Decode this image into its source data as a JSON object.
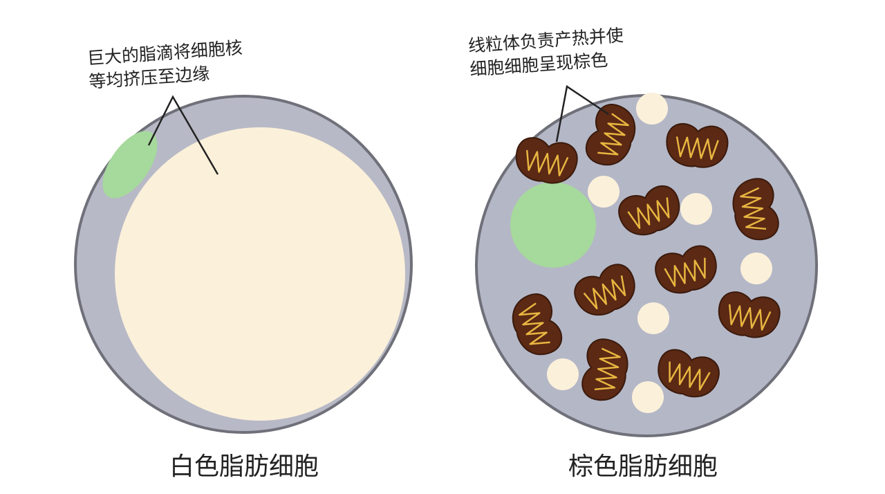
{
  "white_cell": {
    "annotation_line1": "巨大的脂滴将细胞核",
    "annotation_line2": "等均挤压至边缘",
    "caption": "白色脂肪细胞"
  },
  "brown_cell": {
    "annotation_line1": "线粒体负责产热并使",
    "annotation_line2": "细胞细胞呈现棕色",
    "caption": "棕色脂肪细胞"
  },
  "colors": {
    "cytoplasm": "#b7b9c6",
    "membrane": "#6f7079",
    "lipid_droplet": "#fbf0da",
    "nucleus": "#a6d99c",
    "mitochondrion": "#5b2914",
    "cristae": "#e8b640"
  }
}
